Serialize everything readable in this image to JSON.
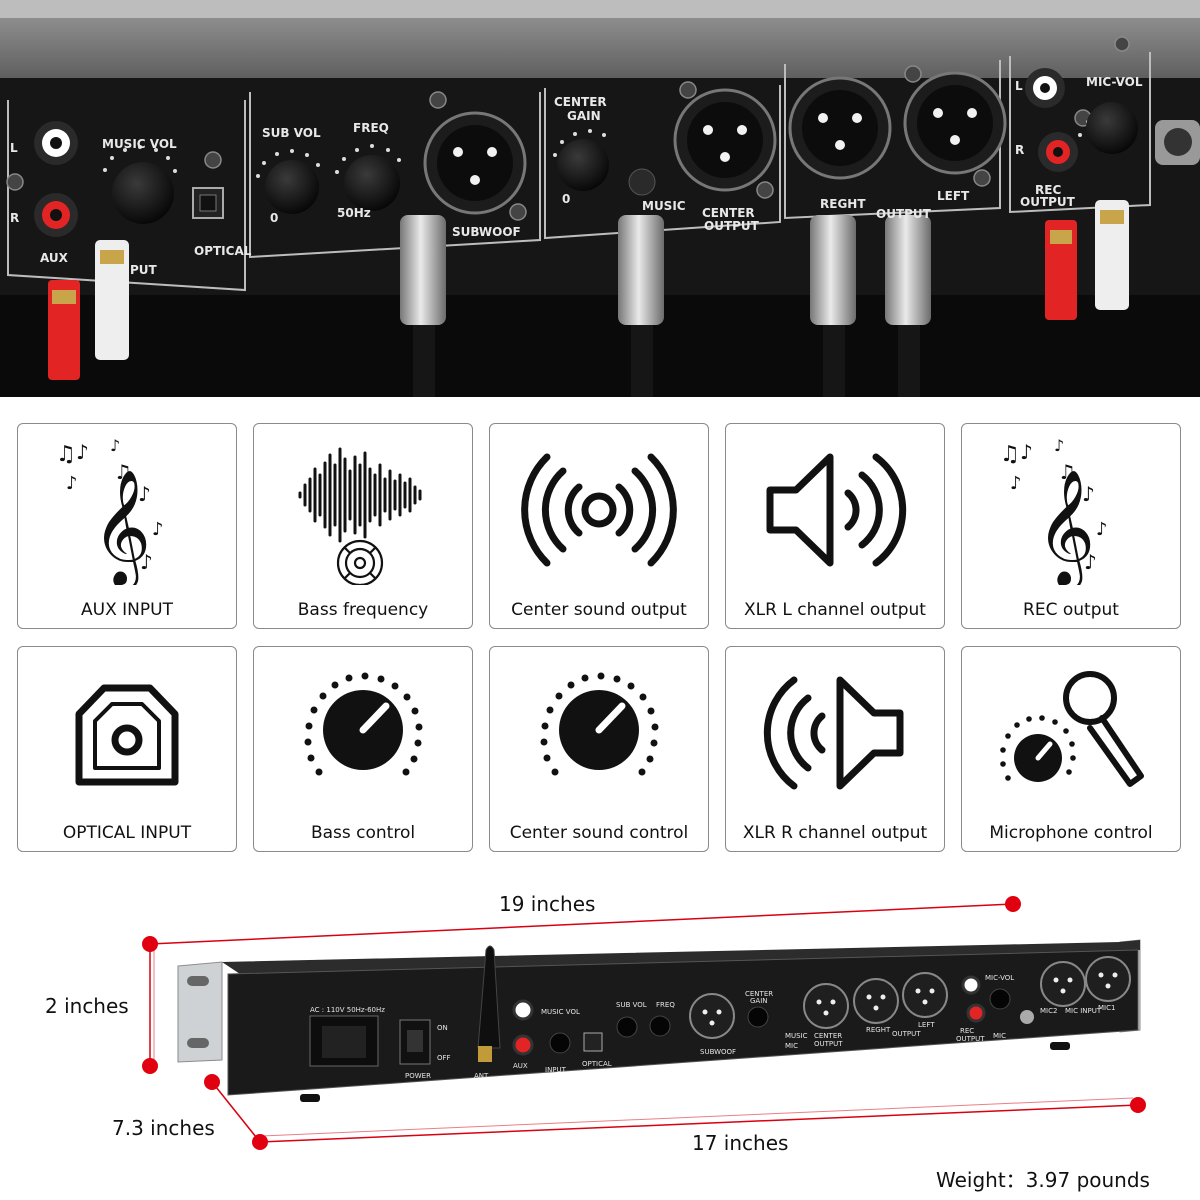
{
  "top_panel": {
    "labels": {
      "music_vol": "MUSIC VOL",
      "sub_vol": "SUB VOL",
      "freq": "FREQ",
      "center_gain_line1": "CENTER",
      "center_gain_line2": "GAIN",
      "mic_vol": "MIC-VOL",
      "aux": "AUX",
      "input": "PUT",
      "optical": "OPTICAL",
      "subwoof": "SUBWOOF",
      "music": "MUSIC",
      "center_output_line1": "CENTER",
      "center_output_line2": "OUTPUT",
      "reght": "REGHT",
      "output": "OUTPUT",
      "left": "LEFT",
      "rec_output_line1": "REC",
      "rec_output_line2": "OUTPUT",
      "ch_l": "L",
      "ch_r": "R",
      "zero": "0",
      "fifty_hz": "50Hz"
    }
  },
  "features": [
    {
      "id": "aux-input",
      "icon": "music-notes-icon",
      "label": "AUX INPUT"
    },
    {
      "id": "bass-frequency",
      "icon": "waveform-speaker-icon",
      "label": "Bass frequency"
    },
    {
      "id": "center-sound-output",
      "icon": "radiating-circle-icon",
      "label": "Center sound output"
    },
    {
      "id": "xlr-l-output",
      "icon": "speaker-left-icon",
      "label": "XLR L channel output"
    },
    {
      "id": "rec-output",
      "icon": "music-notes-icon",
      "label": "REC output"
    },
    {
      "id": "optical-input",
      "icon": "optical-port-icon",
      "label": "OPTICAL INPUT"
    },
    {
      "id": "bass-control",
      "icon": "knob-icon",
      "label": "Bass control"
    },
    {
      "id": "center-sound-control",
      "icon": "knob-icon",
      "label": "Center sound control"
    },
    {
      "id": "xlr-r-output",
      "icon": "speaker-right-icon",
      "label": "XLR R channel output"
    },
    {
      "id": "microphone-control",
      "icon": "microphone-knob-icon",
      "label": "Microphone control"
    }
  ],
  "dimensions": {
    "width": "19  inches",
    "height": "2  inches",
    "depth": "7.3  inches",
    "body_width": "17  inches",
    "weight": "Weight：3.97 pounds",
    "marker_color": "#e0000f"
  },
  "device_labels": {
    "ac": "AC : 110V 50Hz-60Hz",
    "power": "POWER",
    "on": "ON",
    "off": "OFF",
    "ant": "ANT",
    "aux": "AUX",
    "input": "INPUT",
    "music_vol": "MUSIC VOL",
    "optical": "OPTICAL",
    "sub_vol": "SUB VOL",
    "freq": "FREQ",
    "subwoof": "SUBWOOF",
    "center_gain_line1": "CENTER",
    "center_gain_line2": "GAIN",
    "music": "MUSIC",
    "mic": "MIC",
    "center_output_line1": "CENTER",
    "center_output_line2": "OUTPUT",
    "reght": "REGHT",
    "output": "OUTPUT",
    "left": "LEFT",
    "mic_vol": "MIC-VOL",
    "rec_output_line1": "REC",
    "rec_output_line2": "OUTPUT",
    "mic2": "MIC2",
    "mic_input": "MIC INPUT",
    "mic1": "MIC1"
  }
}
